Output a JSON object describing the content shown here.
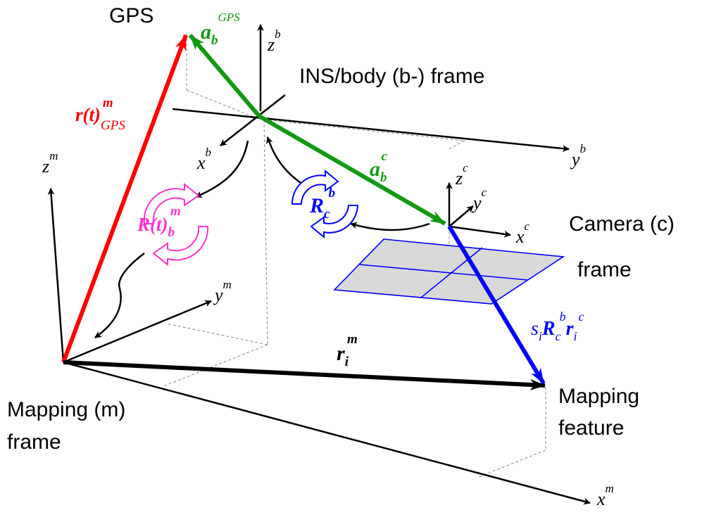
{
  "labels": {
    "gps": "GPS",
    "ins_body": "INS/body (b-) frame",
    "camera_line1": "Camera (c)",
    "camera_line2": "frame",
    "mapping_frame_line1": "Mapping (m)",
    "mapping_frame_line2": "frame",
    "mapping_feature_line1": "Mapping",
    "mapping_feature_line2": "feature"
  },
  "axes": {
    "zb": {
      "base": "z",
      "sup": "b"
    },
    "xb": {
      "base": "x",
      "sup": "b"
    },
    "yb": {
      "base": "y",
      "sup": "b"
    },
    "zc": {
      "base": "z",
      "sup": "c"
    },
    "yc": {
      "base": "y",
      "sup": "c"
    },
    "xc": {
      "base": "x",
      "sup": "c"
    },
    "zm": {
      "base": "z",
      "sup": "m"
    },
    "ym": {
      "base": "y",
      "sup": "m"
    },
    "xm": {
      "base": "x",
      "sup": "m"
    }
  },
  "vectors": {
    "a_b_gps": {
      "base": "a",
      "sub": "b",
      "sup": "GPS"
    },
    "a_b_c": {
      "base": "a",
      "sub": "b",
      "sup": "c"
    },
    "r_t_gps": {
      "base": "r(t)",
      "sub": "GPS",
      "sup": "m"
    },
    "r_i_m": {
      "base": "r",
      "sub": "i",
      "sup": "m"
    },
    "R_t_b_m": {
      "base": "R(t)",
      "sub": "b",
      "sup": "m"
    },
    "R_c_b": {
      "base": "R",
      "sub": "c",
      "sup": "b"
    },
    "s_R_r": {
      "s": "s",
      "s_sub": "i",
      "R": "R",
      "R_sub": "c",
      "R_sup": "b",
      "r": "r",
      "r_sub": "i",
      "r_sup": "c"
    }
  },
  "colors": {
    "gps_vector": "#ff0000",
    "lever_arm": "#119911",
    "camera_vector": "#0000ff",
    "rotation_mb": "#ff33cc",
    "rotation_cb": "#0000ff",
    "image_plane_fill": "#d9d9d9",
    "axis": "#000000"
  }
}
